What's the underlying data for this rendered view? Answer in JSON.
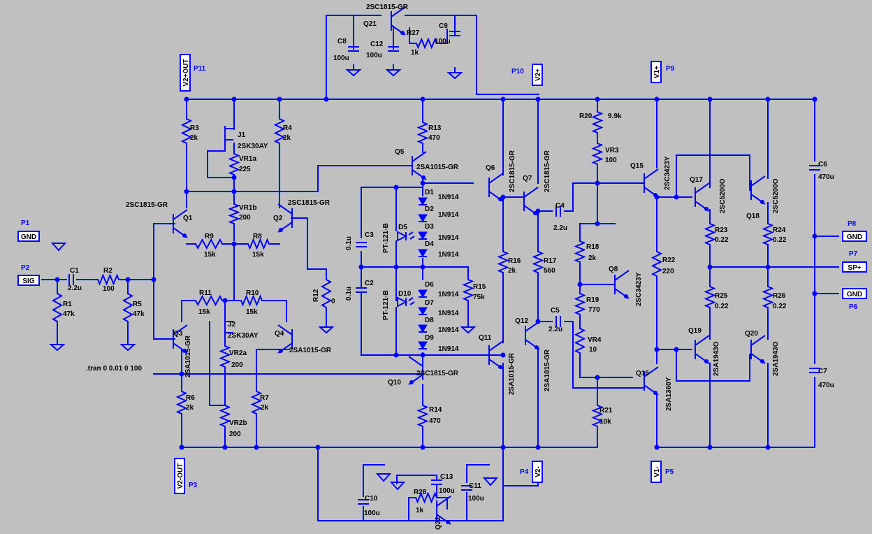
{
  "ports": [
    {
      "id": "P1",
      "text": "GND"
    },
    {
      "id": "P2",
      "text": "SIG"
    },
    {
      "id": "P11",
      "text": "V2+OUT"
    },
    {
      "id": "P3",
      "text": "V2-OUT"
    },
    {
      "id": "P10",
      "text": "V2+"
    },
    {
      "id": "P4",
      "text": "V2-"
    },
    {
      "id": "P9",
      "text": "V1+"
    },
    {
      "id": "P5",
      "text": "V1-"
    },
    {
      "id": "P8",
      "text": "GND"
    },
    {
      "id": "P7",
      "text": "SP+"
    },
    {
      "id": "P6",
      "text": "GND"
    }
  ],
  "labels": [
    "C1",
    "2.2u",
    "R2",
    "100",
    "R1",
    "47k",
    "R5",
    "47k",
    "2SC1815-GR",
    "Q1",
    "R3",
    "2k",
    "J1",
    "2SK30AY",
    "VR1a",
    "225",
    "R4",
    "2k",
    "VR1b",
    "200",
    "R9",
    "15k",
    "R8",
    "15k",
    "2SC1815-GR",
    "Q2",
    "R12",
    "0",
    "R11",
    "15k",
    "R10",
    "15k",
    "J2",
    "2SK30AY",
    "Q3",
    "2SA1015-GR",
    "Q4",
    "2SA1015-GR",
    "VR2a",
    "200",
    "R6",
    "2k",
    "R7",
    "2k",
    "VR2b",
    "200",
    ".tran 0 0.01 0 100",
    "2SC1815-GR",
    "Q21",
    "C8",
    "100u",
    "C12",
    "100u",
    "R27",
    "1k",
    "C9",
    "100u",
    "R13",
    "470",
    "Q5",
    "2SA1015-GR",
    "D1",
    "1N914",
    "D2",
    "1N914",
    "D3",
    "1N914",
    "D4",
    "1N914",
    "D5",
    "PT-121-B",
    "C3",
    "0.1u",
    "C2",
    "0.1u",
    "D10",
    "PT-121-B",
    "D6",
    "1N914",
    "D7",
    "1N914",
    "D8",
    "1N914",
    "D9",
    "1N914",
    "R15",
    "75k",
    "Q10",
    "2SC1815-GR",
    "R14",
    "470",
    "Q6",
    "2SC1815-GR",
    "Q7",
    "2SC1815-GR",
    "C4",
    "2.2u",
    "R16",
    "2k",
    "R17",
    "560",
    "Q11",
    "2SA1015-GR",
    "Q12",
    "2SA1015-GR",
    "C5",
    "2.2u",
    "R20",
    "9.9k",
    "VR3",
    "100",
    "R18",
    "2k",
    "R19",
    "770",
    "VR4",
    "10",
    "Q8",
    "2SC3423Y",
    "R21",
    "10k",
    "Q15",
    "2SC3423Y",
    "Q16",
    "2SA1360Y",
    "R22",
    "220",
    "Q17",
    "2SC5200O",
    "Q18",
    "2SC5200O",
    "R23",
    "0.22",
    "R24",
    "0.22",
    "R25",
    "0.22",
    "R26",
    "0.22",
    "Q19",
    "2SA1943O",
    "Q20",
    "2SA1943O",
    "C6",
    "470u",
    "C7",
    "470u",
    "C10",
    "100u",
    "R28",
    "1k",
    "C13",
    "100u",
    "C11",
    "100u",
    "Q22"
  ]
}
